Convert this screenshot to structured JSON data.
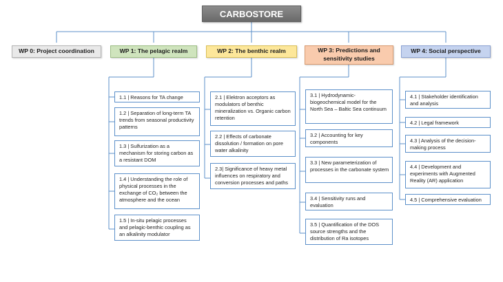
{
  "title": "CARBOSTORE",
  "work_packages": [
    {
      "label": "WP 0: Project coordination",
      "fill": "#e9e9e9"
    },
    {
      "label": "WP 1: The pelagic realm",
      "fill": "#cfe4bd"
    },
    {
      "label": "WP 2: The benthic realm",
      "fill": "#fde79a"
    },
    {
      "label": "WP 3: Predictions and sensitivity studies",
      "fill": "#f9cbad"
    },
    {
      "label": "WP 4: Social perspective",
      "fill": "#c5d3ef"
    }
  ],
  "wp1_tasks": [
    "1.1 | Reasons for TA change",
    "1.2 | Separation of long-term TA trends from seasonal productivity patterns",
    "1.3 | Sulfurization as a mechanism for storing carbon as a resistant DOM",
    "1.4 | Understanding the role of physical processes in the exchange of CO₂ between the atmosphere and the ocean",
    "1.5 | In-situ pelagic processes and pelagic-benthic coupling as an alkalinity modulator"
  ],
  "wp2_tasks": [
    "2.1 | Elektron acceptors as modulators of benthic mineralization vs. Organic carbon retention",
    "2.2 | Effects of carbonate dissolution / formation on pore water alkalinity",
    "2.3| Significance of heavy metal influences on respiratory and conversion processes and paths"
  ],
  "wp3_tasks": [
    "3.1 | Hydrodynamic-biogeochemical model for the North Sea – Baltic Sea continuum",
    "3.2 | Accounting for key components",
    "3.3 | New parameterization of processes in the carbonate system",
    "3.4 | Sensitivity runs and evaluation",
    "3.5 | Quantification of the DOS source strengths and the distribution of Ra isotopes"
  ],
  "wp4_tasks": [
    "4.1 | Stakeholder identification and analysis",
    "4.2 | Legal framework",
    "4.3 | Analysis of the decision-making process",
    "4.4 | Development and experiments with Augmented Reality (AR) application",
    "4.5 | Comprehensive evaluation"
  ],
  "colors": {
    "connector": "#5b8fc9",
    "task_border": "#5b8fc9"
  }
}
